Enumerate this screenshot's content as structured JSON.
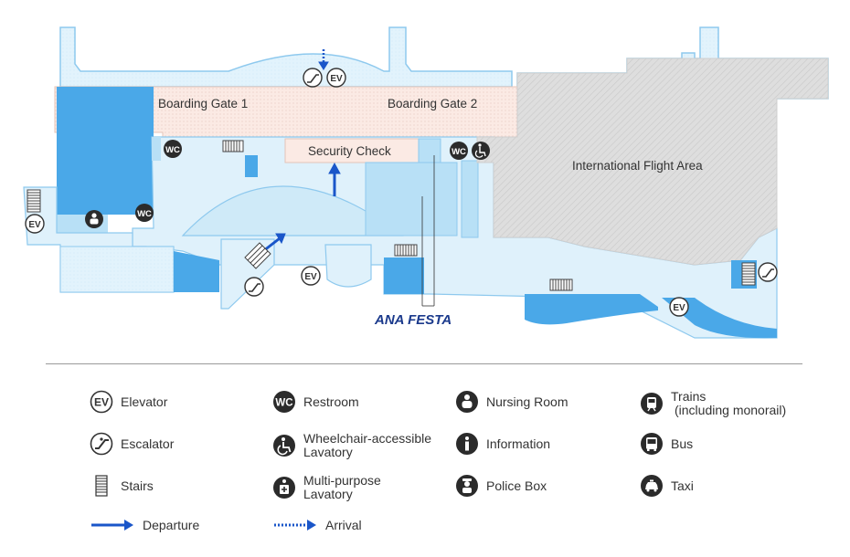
{
  "map": {
    "labels": {
      "boarding_gate_1": "Boarding Gate 1",
      "boarding_gate_2": "Boarding Gate 2",
      "security_check": "Security Check",
      "international_area": "International Flight Area",
      "shop_logo": "ANA FESTA"
    },
    "icon_text": {
      "ev": "EV",
      "wc": "WC"
    },
    "colors": {
      "light_blue": "#dff1fb",
      "mid_blue": "#b8e0f6",
      "dark_blue": "#4aa8e8",
      "outline": "#8ec9ee",
      "gate_pink": "#fbe9e3",
      "intl_gray": "#dcdcdc",
      "arrow_blue": "#1a56c9",
      "logo_blue": "#1b3a8c"
    }
  },
  "legend": {
    "elevator": "Elevator",
    "restroom": "Restroom",
    "nursing_room": "Nursing Room",
    "trains_line1": "Trains",
    "trains_line2": "(including monorail)",
    "escalator": "Escalator",
    "wheelchair_line1": "Wheelchair-accessible",
    "wheelchair_line2": "Lavatory",
    "information": "Information",
    "bus": "Bus",
    "stairs": "Stairs",
    "multipurpose_line1": "Multi-purpose",
    "multipurpose_line2": "Lavatory",
    "police_box": "Police Box",
    "taxi": "Taxi",
    "departure": "Departure",
    "arrival": "Arrival"
  }
}
